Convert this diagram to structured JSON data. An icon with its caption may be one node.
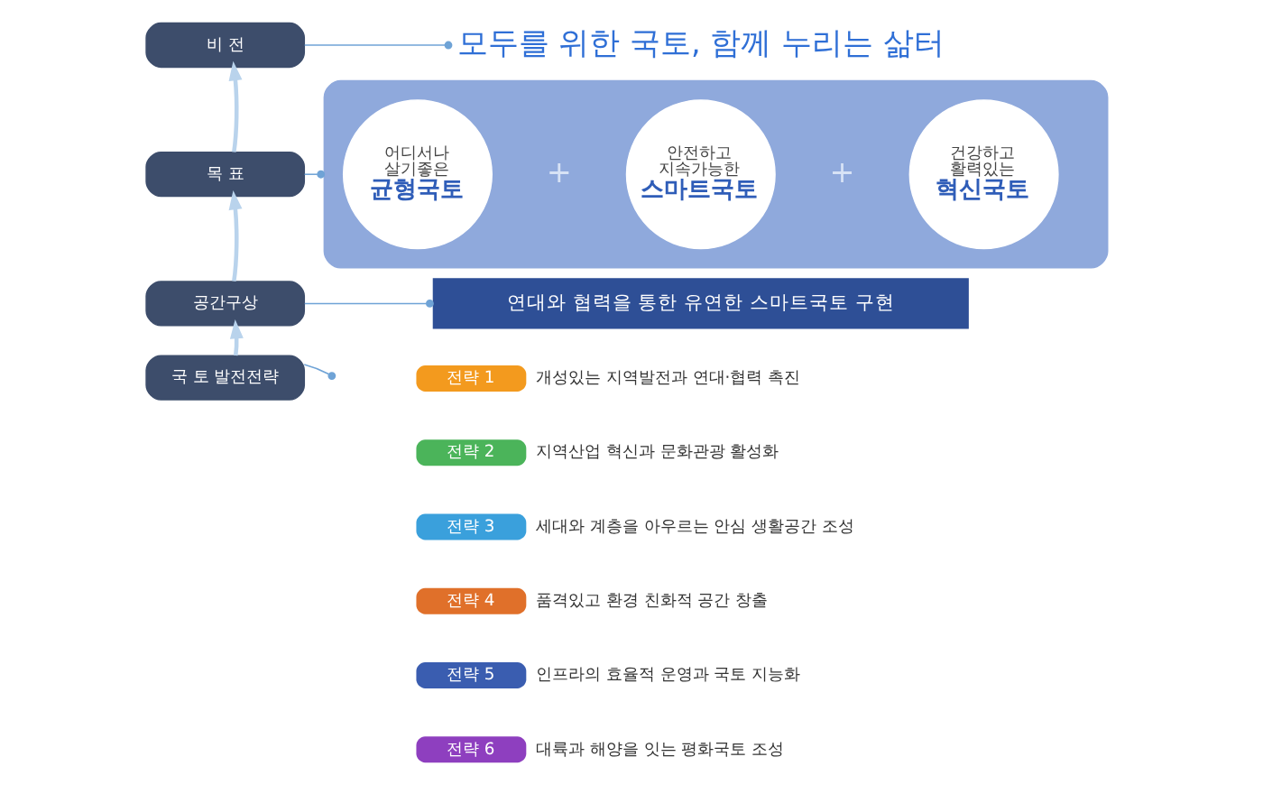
{
  "diagram": {
    "nodes": [
      {
        "text": [
          "비 전"
        ]
      },
      {
        "text": [
          "목 표"
        ]
      },
      {
        "text": [
          "공간구상"
        ]
      },
      {
        "text": [
          "국 토 발전전략"
        ]
      },
      {
        "text": [
          "모두를 위한 국토, 함께 누리는 삶터"
        ]
      },
      {
        "text": [],
        "shape": "box"
      },
      {
        "text": [
          "어디서나 살기좋은",
          "균형국토"
        ],
        "in": 5
      },
      {
        "text": [
          "안전하고 지속가능한",
          "스마트국토"
        ],
        "in": 5
      },
      {
        "text": [
          "건강하고 활력있는",
          "혁신국토"
        ],
        "in": 5
      },
      {
        "text": [
          "연대와 협력을 통한 유연한 스마트국토 구현"
        ]
      },
      {
        "text": [
          "전략 1"
        ],
        "beside": [
          "개성있는 지역발전과 연대·협력 촉진"
        ]
      },
      {
        "text": [
          "전략 2"
        ],
        "beside": [
          "지역산업 혁신과 문화관광 활성화"
        ]
      },
      {
        "text": [
          "전략 3"
        ],
        "beside": [
          "세대와 계층을 아우르는 안심 생활공간 조성"
        ]
      },
      {
        "text": [
          "전략 4"
        ],
        "beside": [
          "품격있고 환경 친화적 공간 창출"
        ]
      },
      {
        "text": [
          "전략 5"
        ],
        "beside": [
          "인프라의 효율적 운영과 국토 지능화"
        ]
      },
      {
        "text": [
          "전략 6"
        ],
        "beside": [
          "대륙과 해양을 잇는 평화국토 조성"
        ]
      }
    ],
    "edges": [
      {
        "from": 1,
        "to": 0,
        "arrow": "to",
        "style": "thick"
      },
      {
        "from": 2,
        "to": 1,
        "arrow": "to",
        "style": "thick"
      },
      {
        "from": 3,
        "to": 2,
        "arrow": "to",
        "style": "thick"
      },
      {
        "from": 0,
        "to": 4,
        "arrow": "other"
      },
      {
        "from": 1,
        "to": 5,
        "arrow": "other"
      },
      {
        "from": 2,
        "to": 9,
        "arrow": "other"
      },
      {
        "from": 3,
        "to": null,
        "arrow": "other"
      }
    ],
    "labels": [
      "+",
      "+"
    ]
  }
}
